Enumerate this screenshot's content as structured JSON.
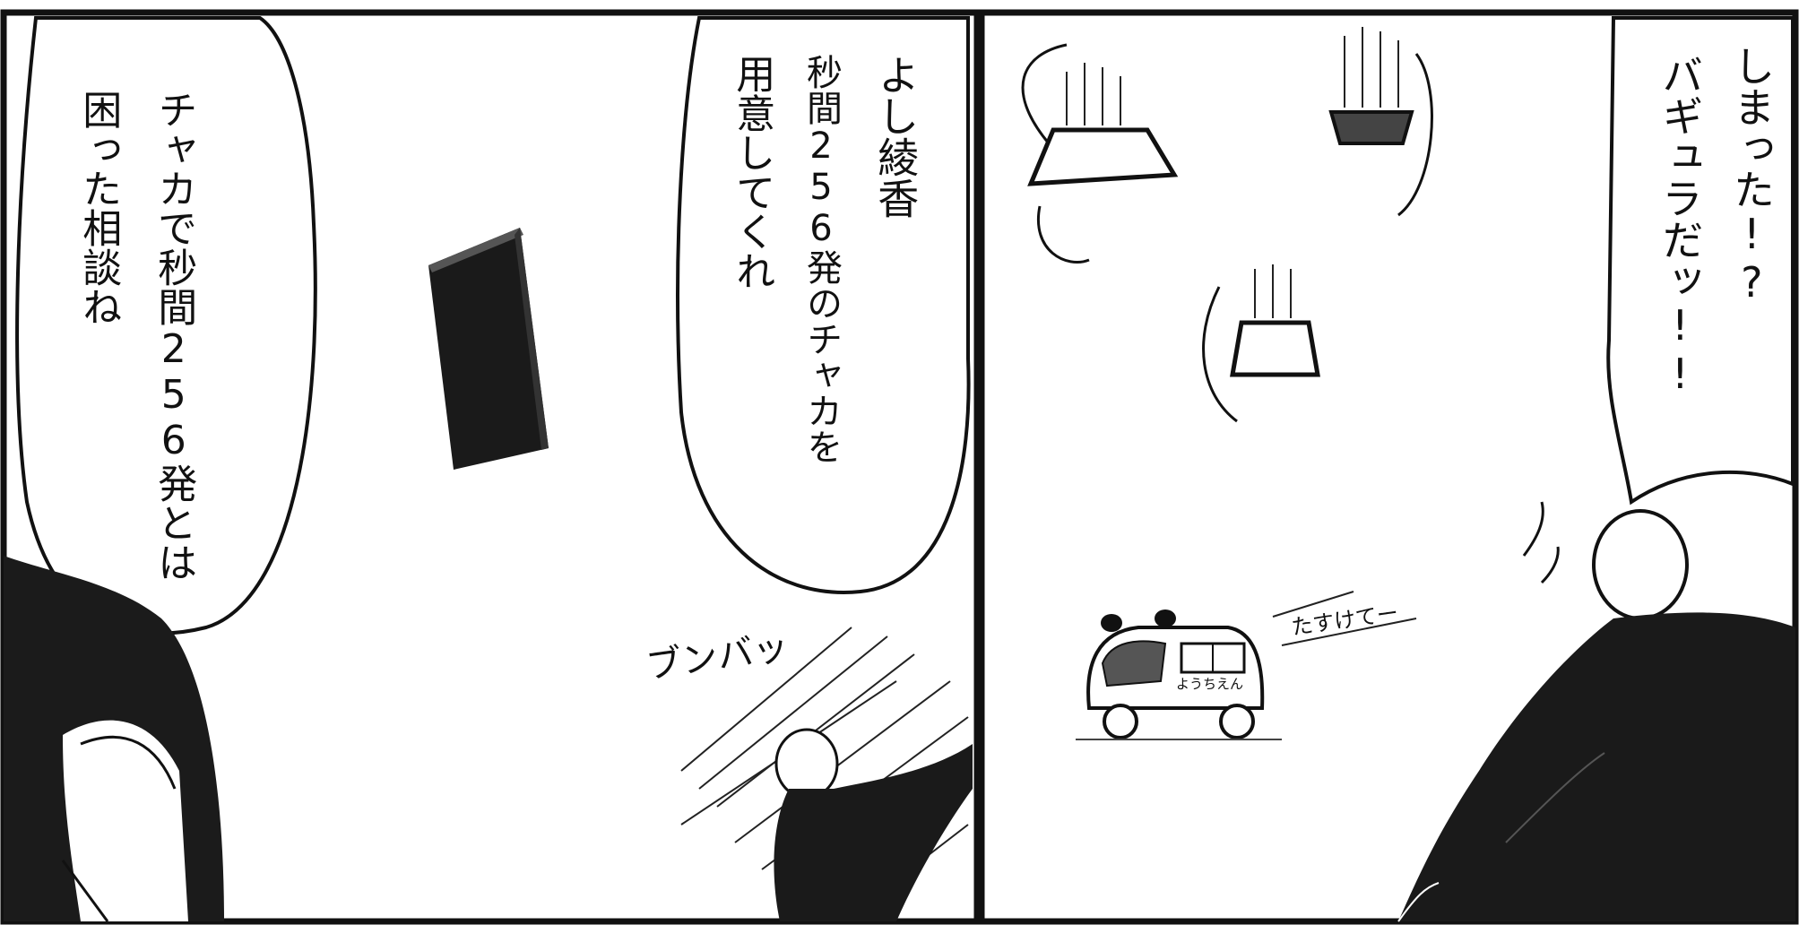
{
  "panels": [
    {
      "bubbles": [
        {
          "lines": [
            "チャカで秒間256発とは",
            "困った相談ね"
          ]
        },
        {
          "lines": [
            "よし綾香",
            "秒間256発のチャカを",
            "用意してくれ"
          ]
        }
      ],
      "sfx": "ブンバッ"
    },
    {
      "bubbles": [
        {
          "lines": [
            "しまった!?",
            "バギュラだッ!!"
          ]
        }
      ],
      "small_text": "たすけてー",
      "vehicle_text": "ようちえん"
    }
  ],
  "colors": {
    "ink": "#111111",
    "paper": "#ffffff"
  }
}
